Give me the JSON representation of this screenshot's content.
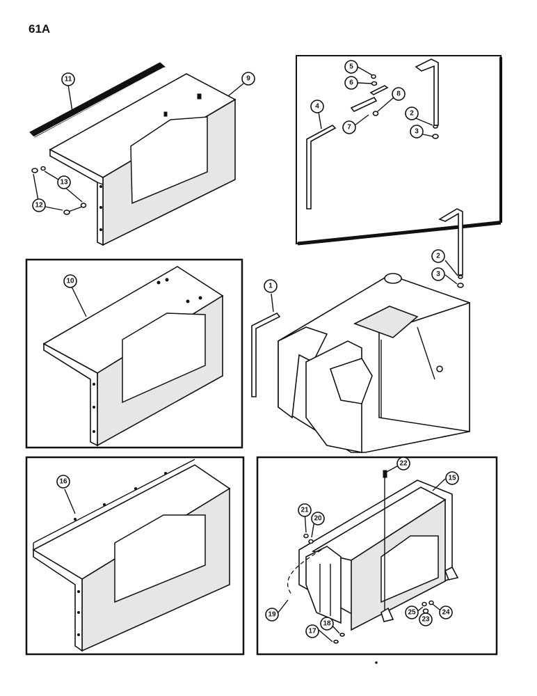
{
  "page_number": "61A",
  "callouts": {
    "c1": "1",
    "c2a": "2",
    "c2b": "2",
    "c3a": "3",
    "c3b": "3",
    "c4": "4",
    "c5": "5",
    "c6": "6",
    "c7": "7",
    "c8": "8",
    "c9": "9",
    "c10": "10",
    "c11": "11",
    "c12": "12",
    "c13": "13",
    "c15": "15",
    "c16": "16",
    "c17": "17",
    "c18": "18",
    "c19": "19",
    "c20": "20",
    "c21": "21",
    "c22": "22",
    "c23": "23",
    "c24": "24",
    "c25": "25"
  }
}
